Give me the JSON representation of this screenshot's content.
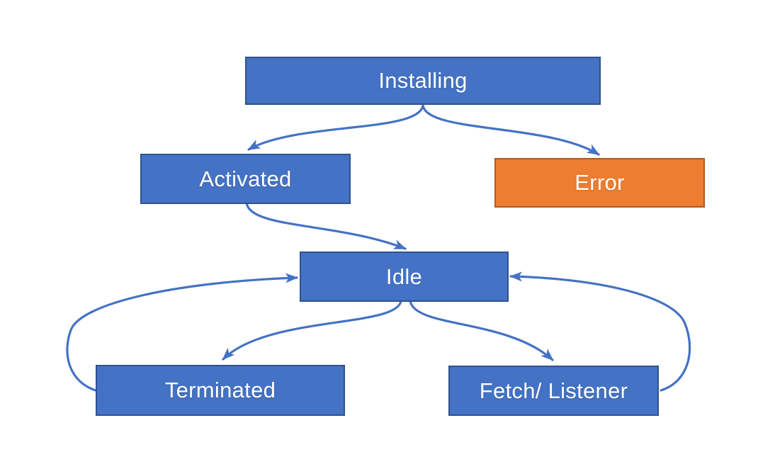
{
  "colors": {
    "background": "#ffffff",
    "node_fill": "#4472c4",
    "node_border": "#2f528f",
    "error_fill": "#ed7d31",
    "error_border": "#ae5a21",
    "arrow": "#4472c4",
    "text": "#ffffff"
  },
  "nodes": {
    "installing": {
      "label": "Installing"
    },
    "activated": {
      "label": "Activated"
    },
    "error": {
      "label": "Error"
    },
    "idle": {
      "label": "Idle"
    },
    "terminated": {
      "label": "Terminated"
    },
    "fetch_listener": {
      "label": "Fetch/ Listener"
    }
  },
  "edges": [
    {
      "from": "Installing",
      "to": "Activated"
    },
    {
      "from": "Installing",
      "to": "Error"
    },
    {
      "from": "Activated",
      "to": "Idle"
    },
    {
      "from": "Idle",
      "to": "Terminated"
    },
    {
      "from": "Idle",
      "to": "Fetch/ Listener"
    },
    {
      "from": "Terminated",
      "to": "Idle"
    },
    {
      "from": "Fetch/ Listener",
      "to": "Idle"
    }
  ]
}
